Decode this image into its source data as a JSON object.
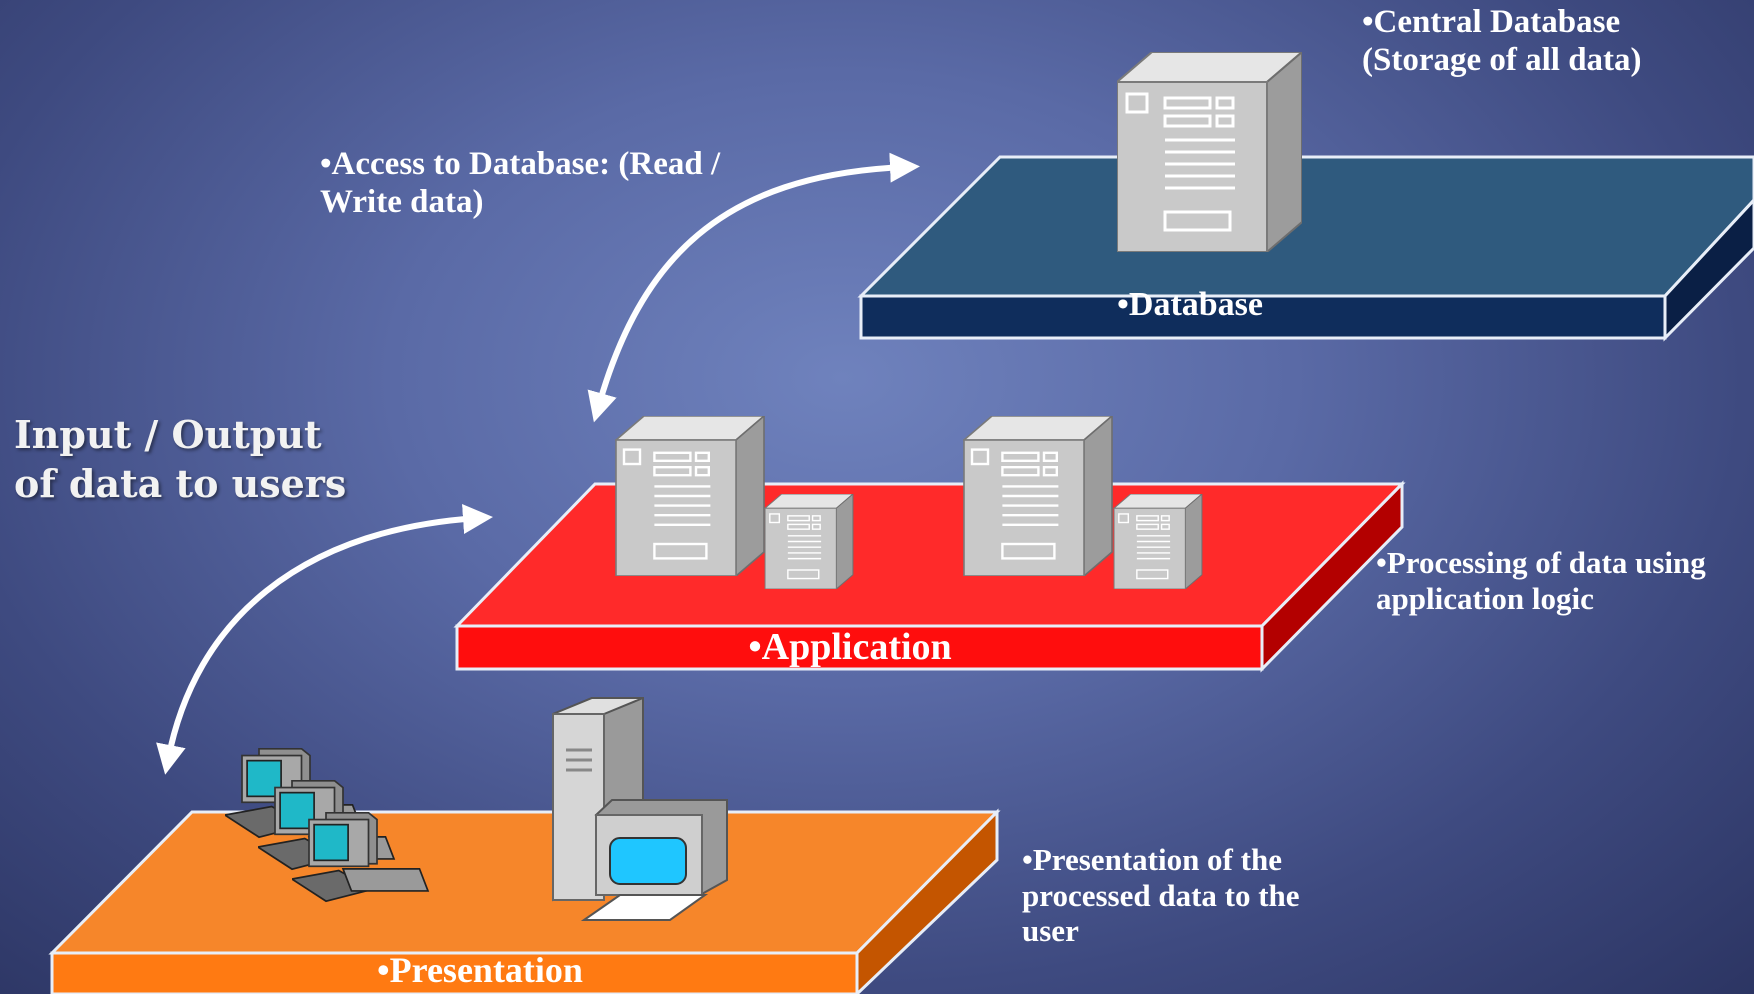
{
  "diagram": {
    "layers": {
      "database": {
        "label": "•Database",
        "color": "#2f5a7e"
      },
      "application": {
        "label": "•Application",
        "color": "#ff2a2a"
      },
      "presentation": {
        "label": "•Presentation",
        "color": "#f6862a"
      }
    },
    "notes": {
      "central_db_line1": "•Central Database",
      "central_db_line2": "(Storage of all data)",
      "access_line1": "•Access to Database: (Read /",
      "access_line2": "Write data)",
      "io_line1": "Input / Output",
      "io_line2": "of data to users",
      "processing_line1": "•Processing of data using",
      "processing_line2": "application logic",
      "presentation_line1": "•Presentation of the",
      "presentation_line2": "processed data to the",
      "presentation_line3": "user"
    },
    "icons": [
      "database-server-icon",
      "application-server-icon",
      "workstation-icon",
      "client-computer-icon",
      "bidirectional-arrow-icon"
    ]
  }
}
